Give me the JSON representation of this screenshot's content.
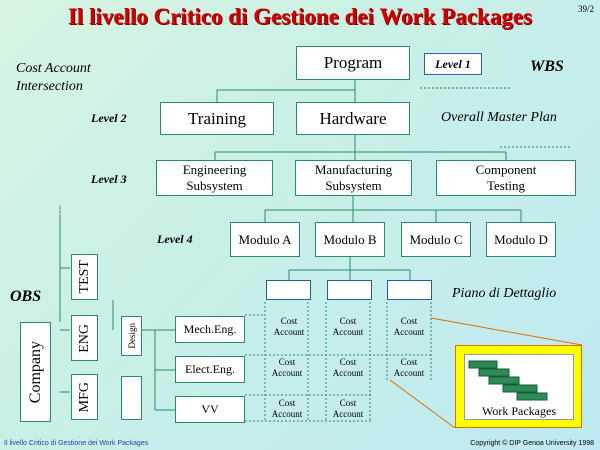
{
  "slide_number": "39/2",
  "title": "Il livello Critico di Gestione dei Work Packages",
  "cost_account_intersection": [
    "Cost Account",
    "Intersection"
  ],
  "wbs_label": "WBS",
  "obs_label": "OBS",
  "overall_master_plan": "Overall Master Plan",
  "piano_di_dettaglio": "Piano di Dettaglio",
  "levels": {
    "l1": "Level 1",
    "l2": "Level 2",
    "l3": "Level 3",
    "l4": "Level 4"
  },
  "wbs": {
    "program": "Program",
    "level2": [
      "Training",
      "Hardware"
    ],
    "level3": [
      [
        "Engineering",
        "Subsystem"
      ],
      [
        "Manufacturing",
        "Subsystem"
      ],
      [
        "Component",
        "Testing"
      ]
    ],
    "level4": [
      "Modulo A",
      "Modulo B",
      "Modulo C",
      "Modulo D"
    ]
  },
  "obs": {
    "company": "Company",
    "departments": [
      "TEST",
      "ENG",
      "MFG"
    ],
    "design": "Design",
    "functions": [
      "Mech.Eng.",
      "Elect.Eng.",
      "VV"
    ]
  },
  "cost_account": [
    "Cost",
    "Account"
  ],
  "work_packages": "Work Packages",
  "footer_left": "Il livello Critico di Gestione dei Work Packages",
  "footer_right": "Copyright © DIP Genoa University 1998",
  "colors": {
    "title": "#d00000",
    "box_border": "#2a8a6a",
    "orange": "#e07000",
    "wp_bg": "#ffff00",
    "gantt": "#2e8b57"
  }
}
